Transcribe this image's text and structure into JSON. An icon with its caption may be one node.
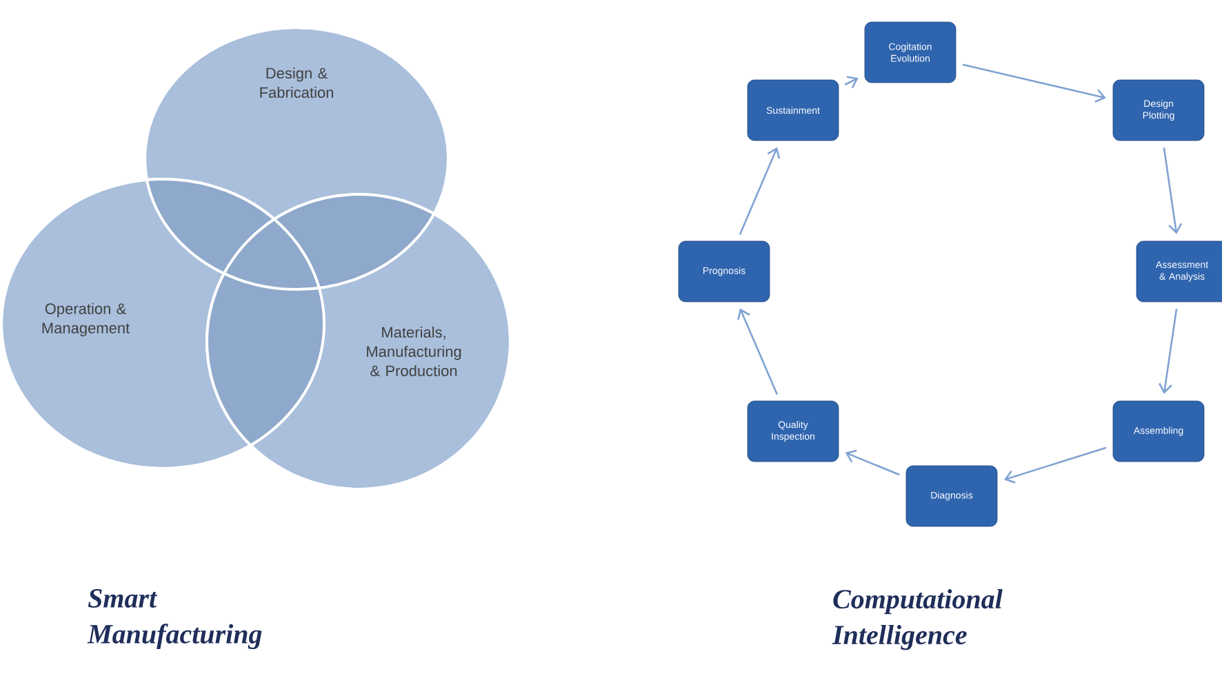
{
  "diagram": {
    "nodes": [
      {
        "text": [
          "Design & Fabrication"
        ]
      },
      {
        "text": [
          "Operation & Management"
        ]
      },
      {
        "text": [
          "Materials, Manufacturing & Production"
        ]
      },
      {
        "text": [
          "Cogitation Evolution"
        ]
      },
      {
        "text": [
          "Design Plotting"
        ]
      },
      {
        "text": [
          "Assessment & Analysis"
        ]
      },
      {
        "text": [
          "Assembling"
        ]
      },
      {
        "text": [
          "Diagnosis"
        ]
      },
      {
        "text": [
          "Quality Inspection"
        ]
      },
      {
        "text": [
          "Prognosis"
        ]
      },
      {
        "text": [
          "Sustainment"
        ]
      }
    ],
    "edges": [
      {
        "from": 3,
        "to": 4,
        "arrow": "to"
      },
      {
        "from": 4,
        "to": 5,
        "arrow": "to"
      },
      {
        "from": 5,
        "to": 6,
        "arrow": "to"
      },
      {
        "from": 6,
        "to": 7,
        "arrow": "to"
      },
      {
        "from": 7,
        "to": 8,
        "arrow": "to"
      },
      {
        "from": 8,
        "to": 9,
        "arrow": "to"
      },
      {
        "from": 9,
        "to": 10,
        "arrow": "to"
      },
      {
        "from": 10,
        "to": 3,
        "arrow": "to"
      }
    ],
    "labels": [
      "Smart Manufacturing",
      "Computational Intelligence"
    ]
  }
}
